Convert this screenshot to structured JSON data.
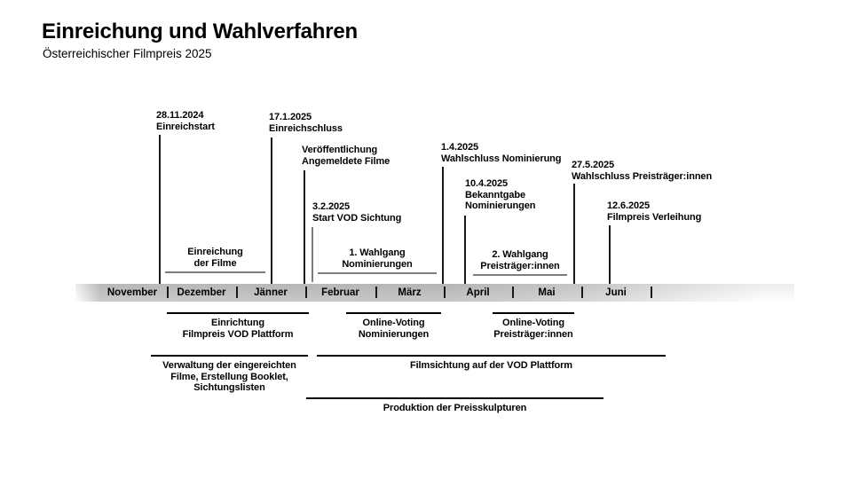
{
  "page": {
    "title": "Einreichung und Wahlverfahren",
    "subtitle": "Österreichischer Filmpreis 2025"
  },
  "colors": {
    "bar_gray": "#c3c3c3",
    "line_black": "#1a1a1a",
    "line_gray": "#7d7d7d"
  },
  "timeline": {
    "months": [
      "November",
      "Dezember",
      "Jänner",
      "Februar",
      "März",
      "April",
      "Mai",
      "Juni"
    ]
  },
  "milestones": [
    {
      "date": "28.11.2024",
      "label": "Einreichstart"
    },
    {
      "date": "17.1.2025",
      "label": "Einreichschluss"
    },
    {
      "date": "",
      "label": "Veröffentlichung\nAngemeldete Filme"
    },
    {
      "date": "3.2.2025",
      "label": "Start VOD Sichtung"
    },
    {
      "date": "1.4.2025",
      "label": "Wahlschluss Nominierung"
    },
    {
      "date": "10.4.2025",
      "label": "Bekanntgabe\nNominierungen"
    },
    {
      "date": "27.5.2025",
      "label": "Wahlschluss Preisträger:innen"
    },
    {
      "date": "12.6.2025",
      "label": "Filmpreis Verleihung"
    }
  ],
  "phases_above_bar": [
    {
      "label": "Einreichung\nder Filme"
    },
    {
      "label": "1. Wahlgang\nNominierungen"
    },
    {
      "label": "2. Wahlgang\nPreisträger:innen"
    }
  ],
  "phases_below_bar": [
    {
      "label": "Einrichtung\nFilmpreis VOD Plattform"
    },
    {
      "label": "Online-Voting\nNominierungen"
    },
    {
      "label": "Online-Voting\nPreisträger:innen"
    },
    {
      "label": "Verwaltung der eingereichten\nFilme, Erstellung Booklet,\nSichtungslisten"
    },
    {
      "label": "Filmsichtung auf der VOD Plattform"
    },
    {
      "label": "Produktion der Preisskulpturen"
    }
  ]
}
